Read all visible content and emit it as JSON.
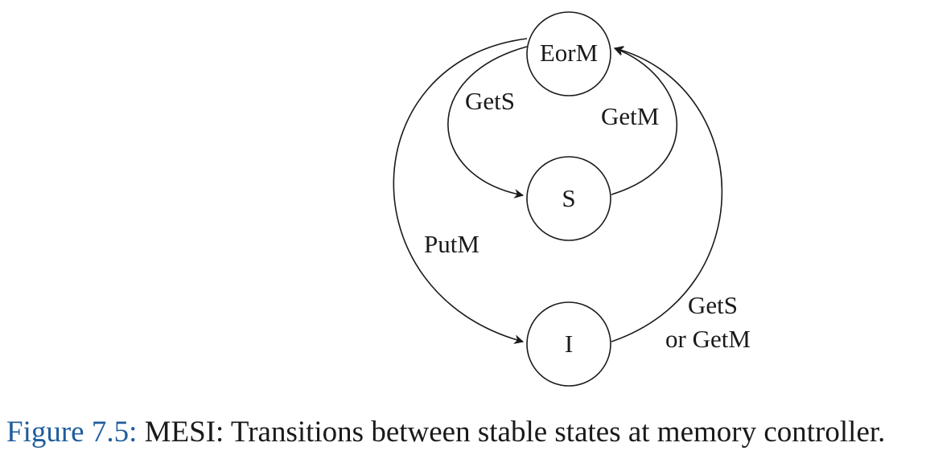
{
  "diagram": {
    "states": {
      "eorm": "EorM",
      "s": "S",
      "i": "I"
    },
    "transitions": {
      "eorm_to_s": "GetS",
      "s_to_eorm": "GetM",
      "eorm_to_i": "PutM",
      "i_to_eorm_line1": "GetS",
      "i_to_eorm_line2": "or GetM"
    }
  },
  "caption": {
    "figure_number": "Figure 7.5:",
    "text": "MESI: Transitions between stable states at memory controller."
  },
  "colors": {
    "figure_number": "#1f5d9c",
    "ink": "#1a1a1a"
  }
}
